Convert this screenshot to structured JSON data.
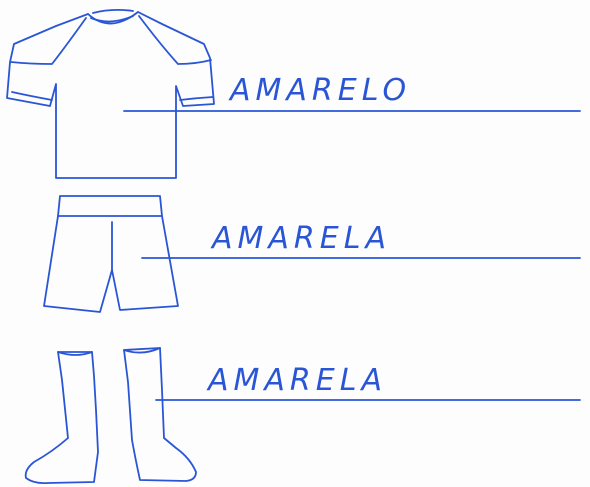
{
  "colors": {
    "ink": "#2a56d6",
    "paper": "#fdfdfd"
  },
  "items": [
    {
      "id": "shirt",
      "icon": "shirt-icon",
      "label": "AMARELO"
    },
    {
      "id": "shorts",
      "icon": "shorts-icon",
      "label": "AMARELA"
    },
    {
      "id": "socks",
      "icon": "socks-icon",
      "label": "AMARELA"
    }
  ]
}
